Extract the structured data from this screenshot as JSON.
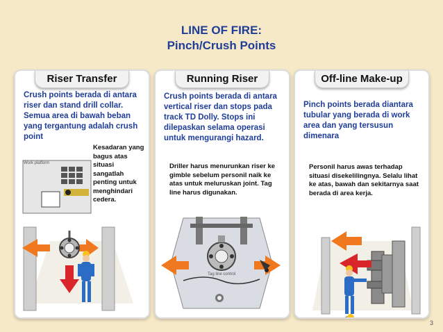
{
  "title_line1": "LINE OF FIRE:",
  "title_line2": "Pinch/Crush Points",
  "cards": [
    {
      "header": "Riser Transfer",
      "main_text": "Crush points berada di antara riser dan stand drill collar. Semua area di bawah beban yang tergantung adalah crush point",
      "note": "Kesadaran yang bagus atas situasi sangatlah penting untuk menghindari cedera.",
      "diagram_label": "Work platform"
    },
    {
      "header": "Running Riser",
      "main_text": "Crush points berada di antara vertical riser dan stops pada track TD Dolly. Stops ini dilepaskan selama operasi untuk mengurangi hazard.",
      "note": "Driller harus menurunkan riser ke gimble sebelum personil naik ke atas untuk meluruskan joint. Tag line harus digunakan.",
      "diagram_label": "Tag line control"
    },
    {
      "header": "Off-line Make-up",
      "main_text": "Pinch points berada diantara tubular yang berada di work area dan yang tersusun dimenara",
      "note": "Personil harus awas terhadap situasi disekelilingnya. Selalu lihat ke atas, bawah dan sekitarnya saat berada di area kerja."
    }
  ],
  "page_number": "3",
  "colors": {
    "background": "#f6e9c7",
    "title_blue": "#1f3d99",
    "arrow_orange": "#f0781e",
    "arrow_red": "#d9262b",
    "worker_blue": "#2b6cc4",
    "helmet_yellow": "#f7c21b"
  }
}
